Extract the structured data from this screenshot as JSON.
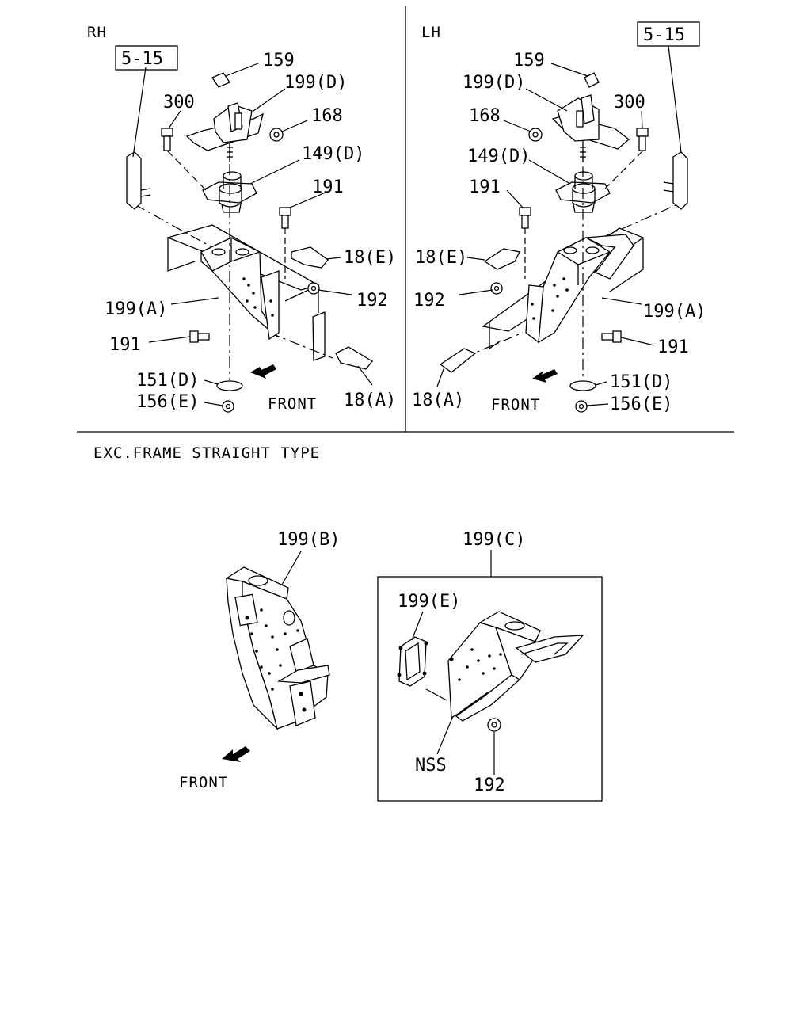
{
  "sections": {
    "rh": "RH",
    "lh": "LH",
    "exc": "EXC.FRAME STRAIGHT TYPE"
  },
  "refs": {
    "rh": "5-15",
    "lh": "5-15"
  },
  "rh_labels": {
    "p159": "159",
    "p199d": "199(D)",
    "p300": "300",
    "p168": "168",
    "p149d": "149(D)",
    "p191_top": "191",
    "p18e": "18(E)",
    "p192": "192",
    "p199a": "199(A)",
    "p191_bot": "191",
    "p151d": "151(D)",
    "p156e": "156(E)",
    "p18a": "18(A)",
    "front": "FRONT"
  },
  "lh_labels": {
    "p159": "159",
    "p199d": "199(D)",
    "p168": "168",
    "p300": "300",
    "p149d": "149(D)",
    "p191_top": "191",
    "p18e": "18(E)",
    "p192": "192",
    "p199a": "199(A)",
    "p191_bot": "191",
    "p151d": "151(D)",
    "p156e": "156(E)",
    "p18a": "18(A)",
    "front": "FRONT"
  },
  "bottom_labels": {
    "p199b": "199(B)",
    "p199c": "199(C)",
    "p199e": "199(E)",
    "nss": "NSS",
    "p192": "192",
    "front": "FRONT"
  }
}
